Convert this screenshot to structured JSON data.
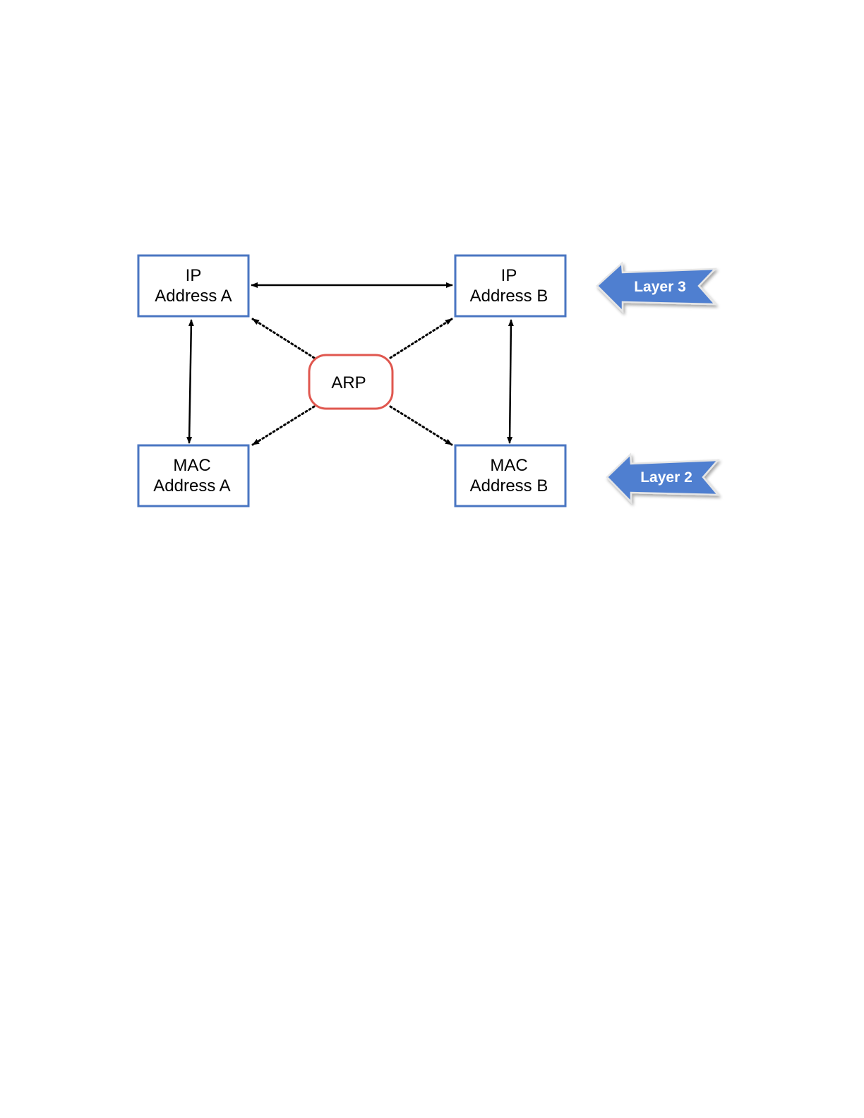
{
  "nodes": {
    "ip_a": {
      "line1": "IP",
      "line2": "Address A"
    },
    "ip_b": {
      "line1": "IP",
      "line2": "Address B"
    },
    "mac_a": {
      "line1": "MAC",
      "line2": "Address A"
    },
    "mac_b": {
      "line1": "MAC",
      "line2": "Address B"
    },
    "arp": {
      "label": "ARP"
    }
  },
  "layers": {
    "layer3": "Layer 3",
    "layer2": "Layer 2"
  },
  "colors": {
    "box_border": "#4a76c2",
    "arp_border": "#e0574f",
    "layer_arrow_fill": "#4f7fd0"
  }
}
